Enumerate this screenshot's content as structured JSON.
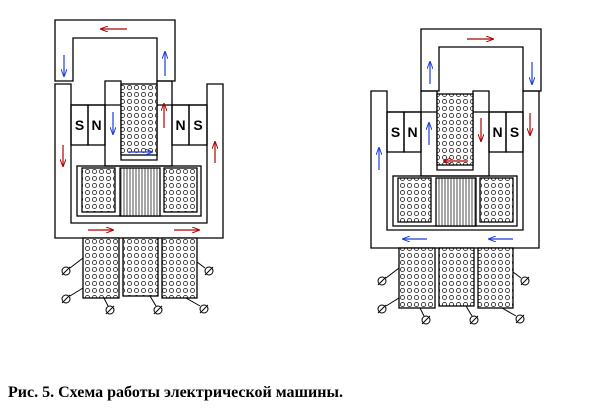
{
  "left_machine": {
    "poles": {
      "outer_left": "S",
      "inner_left": "N",
      "inner_right": "N",
      "outer_right": "S"
    }
  },
  "right_machine": {
    "poles": {
      "outer_left": "S",
      "inner_left": "N",
      "inner_right": "N",
      "outer_right": "S"
    }
  },
  "arrow_colors": {
    "red": "#b00000",
    "blue": "#1e3cdc"
  },
  "caption": "Рис. 5. Схема работы электрической машины."
}
